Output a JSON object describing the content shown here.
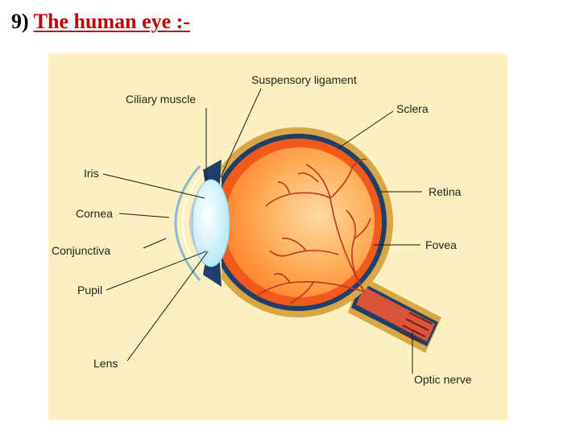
{
  "slide": {
    "number": "9)",
    "title": "The human eye :-"
  },
  "diagram": {
    "colors": {
      "background": "#fbf0bf",
      "sclera": "#d9a645",
      "choroid": "#1f3f6b",
      "retina": "#f25a1c",
      "vitreous": "#ffb25e",
      "lens": "#d8f5fb",
      "cornea": "#c9c9c9",
      "vessels": "#c0351e"
    },
    "labels": {
      "suspensory_ligament": "Suspensory ligament",
      "ciliary_muscle": "Ciliary muscle",
      "sclera": "Sclera",
      "iris": "Iris",
      "retina": "Retina",
      "cornea": "Cornea",
      "conjunctiva": "Conjunctiva",
      "fovea": "Fovea",
      "pupil": "Pupil",
      "lens": "Lens",
      "optic_nerve": "Optic nerve"
    }
  }
}
